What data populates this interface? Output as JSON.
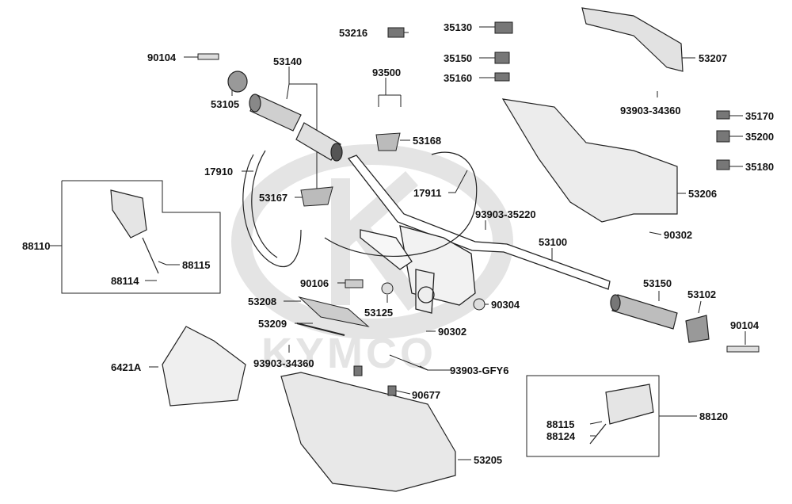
{
  "watermark": {
    "brand": "KYMCO"
  },
  "colors": {
    "line": "#222222",
    "part_fill": "#e6e6e6",
    "dark_part": "#7a7a7a",
    "watermark": "#e4e4e4"
  },
  "parts": {
    "p90104_left": "90104",
    "p53105": "53105",
    "p53140": "53140",
    "p53216": "53216",
    "p93500": "93500",
    "p35130": "35130",
    "p35150": "35150",
    "p35160": "35160",
    "p53207": "53207",
    "p93903_34360_top": "93903-34360",
    "p35170": "35170",
    "p35200": "35200",
    "p35180": "35180",
    "p53168": "53168",
    "p17910": "17910",
    "p53167": "53167",
    "p17911": "17911",
    "p53206": "53206",
    "p93903_35220": "93903-35220",
    "p90302_right": "90302",
    "p88110": "88110",
    "p88115_left": "88115",
    "p88114": "88114",
    "p53100": "53100",
    "p90106": "90106",
    "p53208": "53208",
    "p53125": "53125",
    "p90304": "90304",
    "p53150": "53150",
    "p53102": "53102",
    "p53209": "53209",
    "p90302_mid": "90302",
    "p90104_right": "90104",
    "p6421A": "6421A",
    "p93903_34360_bottom": "93903-34360",
    "p93903_GFY6": "93903-GFY6",
    "p90677": "90677",
    "p88120": "88120",
    "p88115_right": "88115",
    "p88124": "88124",
    "p53205": "53205"
  }
}
